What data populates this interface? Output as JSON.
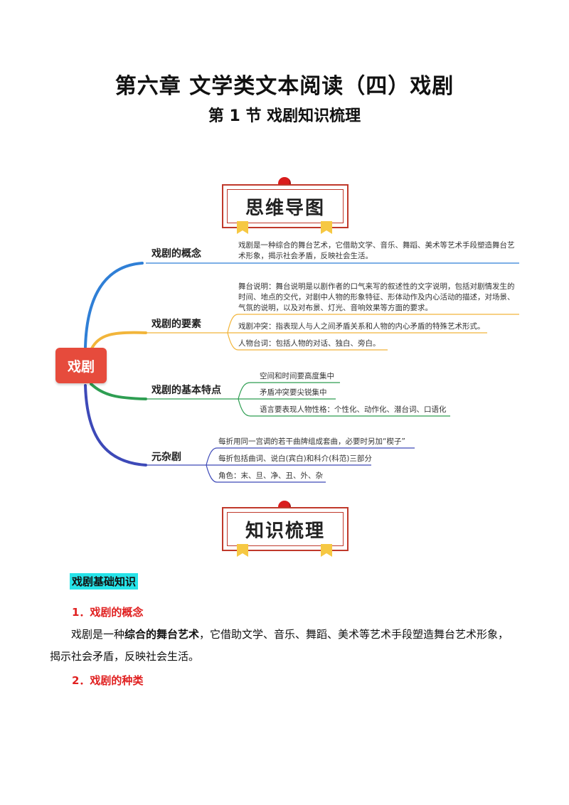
{
  "title": "第六章  文学类文本阅读（四）戏剧",
  "subtitle": "第 1 节  戏剧知识梳理",
  "mindmap": {
    "banner": "思维导图",
    "root": "戏剧",
    "branches": [
      {
        "label": "戏剧的概念",
        "leaves": [
          "戏剧是一种综合的舞台艺术，它借助文学、音乐、舞蹈、美术等艺术手段塑造舞台艺术形象，揭示社会矛盾，反映社会生活。"
        ]
      },
      {
        "label": "戏剧的要素",
        "leaves": [
          "舞台说明：舞台说明是以剧作者的口气来写的叙述性的文字说明，包括对剧情发生的时间、地点的交代，对剧中人物的形象特征、形体动作及内心活动的描述，对场景、气氛的说明，以及对布景、灯光、音响效果等方面的要求。",
          "戏剧冲突：指表现人与人之间矛盾关系和人物的内心矛盾的特殊艺术形式。",
          "人物台词：包括人物的对话、独白、旁白。"
        ]
      },
      {
        "label": "戏剧的基本特点",
        "leaves": [
          "空间和时间要高度集中",
          "矛盾冲突要尖锐集中",
          "语言要表现人物性格：个性化、动作化、潜台词、口语化"
        ]
      },
      {
        "label": "元杂剧",
        "leaves": [
          "每折用同一宫调的若干曲牌组成套曲，必要时另加“楔子”",
          "每折包括曲词、说白(宾白)和科介(科范)三部分",
          "角色：末、旦、净、丑、外、杂"
        ]
      }
    ]
  },
  "knowledge": {
    "banner": "知识梳理",
    "section_label": "戏剧基础知识",
    "h1": "1．戏剧的概念",
    "para_pre": "戏剧是一种",
    "para_bold": "综合的舞台艺术",
    "para_post": "，它借助文学、音乐、舞蹈、美术等艺术手段塑造舞台艺术形象，揭示社会矛盾，反映社会生活。",
    "h2": "2．戏剧的种类"
  },
  "colors": {
    "accent_red": "#e02020",
    "banner_border": "#c0392b",
    "root_fill": "#e64b3c",
    "highlight": "#27e3e8",
    "branch_blue": "#2f7fd6",
    "branch_yellow": "#f2b53a",
    "branch_green": "#2e9e52",
    "branch_navy": "#3d49b8"
  },
  "icons": [
    "pin-icon",
    "ribbon-icon"
  ]
}
